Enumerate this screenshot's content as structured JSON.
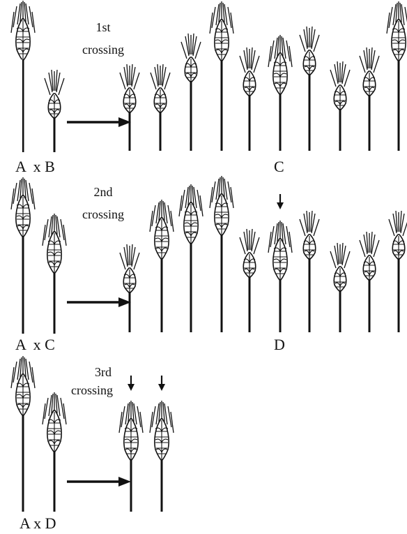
{
  "colors": {
    "ink": "#111111",
    "paper": "#ffffff"
  },
  "rows": [
    {
      "caption": [
        "1st",
        "crossing"
      ],
      "parent_label": "A  x B",
      "result_label": "C",
      "offspring_count": 10,
      "highlighted_offspring": [],
      "arrow": "right-arrow"
    },
    {
      "caption": [
        "2nd",
        "crossing"
      ],
      "parent_label": "A  x C",
      "result_label": "D",
      "offspring_count": 10,
      "highlighted_offspring": [
        5
      ],
      "arrow": "right-arrow"
    },
    {
      "caption": [
        "3rd",
        "crossing"
      ],
      "parent_label": "A x D",
      "result_label": "",
      "offspring_count": 2,
      "highlighted_offspring": [
        0,
        1
      ],
      "arrow": "right-arrow"
    }
  ]
}
